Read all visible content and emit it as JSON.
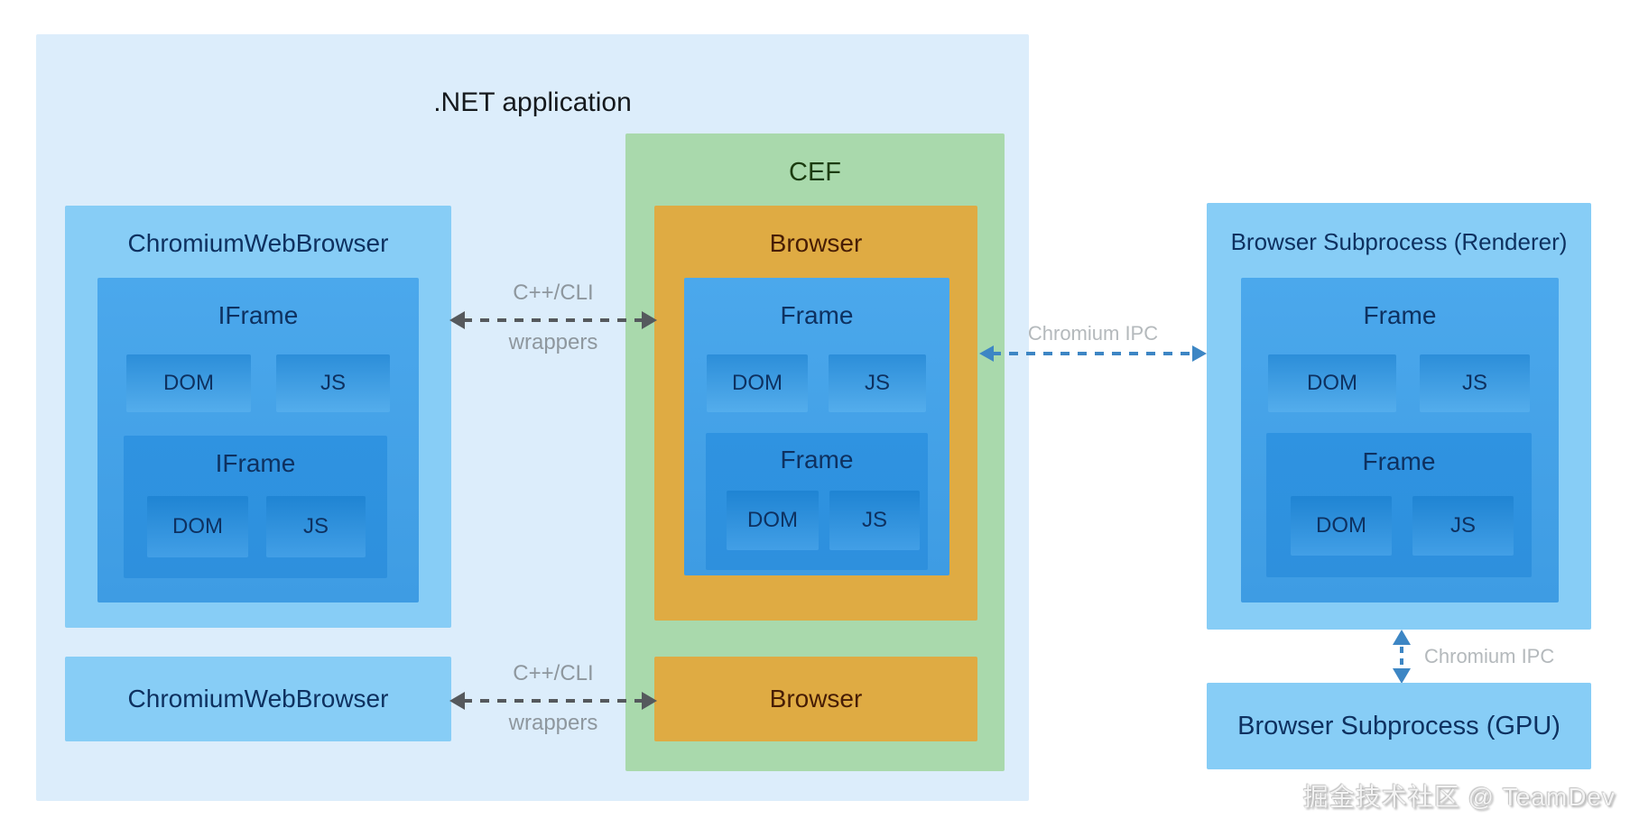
{
  "app": {
    "title": ".NET application"
  },
  "net_box": {
    "cwb_top": {
      "title": "ChromiumWebBrowser",
      "iframe": {
        "title": "IFrame",
        "dom": "DOM",
        "js": "JS",
        "iframe_nested": {
          "title": "IFrame",
          "dom": "DOM",
          "js": "JS"
        }
      }
    },
    "cwb_bottom": {
      "title": "ChromiumWebBrowser"
    }
  },
  "cef": {
    "title": "CEF",
    "browser_top": {
      "title": "Browser",
      "frame": {
        "title": "Frame",
        "dom": "DOM",
        "js": "JS",
        "frame_nested": {
          "title": "Frame",
          "dom": "DOM",
          "js": "JS"
        }
      }
    },
    "browser_bottom": {
      "title": "Browser"
    }
  },
  "subprocess_renderer": {
    "title": "Browser Subprocess (Renderer)",
    "frame": {
      "title": "Frame",
      "dom": "DOM",
      "js": "JS",
      "frame_nested": {
        "title": "Frame",
        "dom": "DOM",
        "js": "JS"
      }
    }
  },
  "subprocess_gpu": {
    "title": "Browser Subprocess (GPU)"
  },
  "connections": {
    "cli_top": {
      "label_top": "C++/CLI",
      "label_bottom": "wrappers"
    },
    "cli_bottom": {
      "label_top": "C++/CLI",
      "label_bottom": "wrappers"
    },
    "ipc_renderer": {
      "label": "Chromium IPC"
    },
    "ipc_gpu": {
      "label": "Chromium IPC"
    }
  },
  "watermark": {
    "text": "掘金技术社区 @ TeamDev"
  },
  "colors": {
    "app_bg": "#dcedfb",
    "panel_blue": "#87cdf6",
    "cef_green": "#a9d9ac",
    "browser_orange": "#dfab43",
    "frame_blue": "#45a3e8",
    "chip_blue": "#2f93dd",
    "label_navy": "#0e3160",
    "arrow_gray": "#55595d",
    "arrow_blue": "#3d86c4"
  }
}
